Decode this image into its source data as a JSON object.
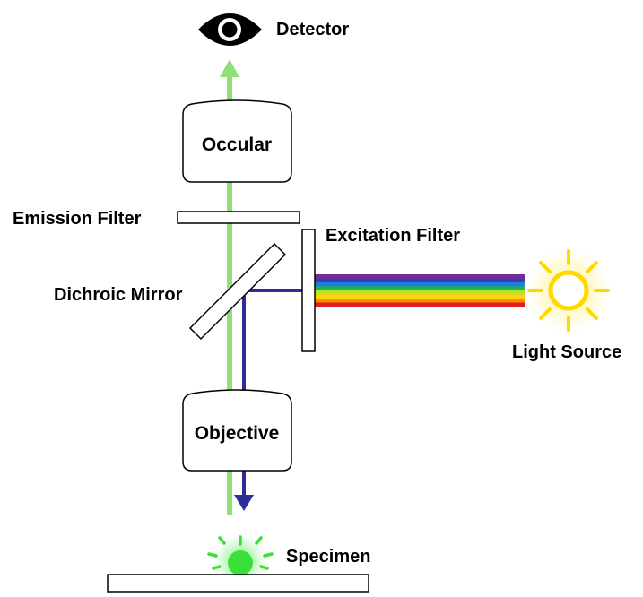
{
  "labels": {
    "detector": "Detector",
    "occular": "Occular",
    "emission_filter": "Emission Filter",
    "excitation_filter": "Excitation Filter",
    "dichroic_mirror": "Dichroic Mirror",
    "light_source": "Light Source",
    "objective": "Objective",
    "specimen": "Specimen"
  },
  "colors": {
    "emission_light": "#90e07a",
    "excitation_light": "#2e2d93",
    "sun": "#ffd800",
    "sun_glow": "#fff3a0",
    "specimen_glow": "#38e038",
    "outline": "#000000",
    "spectrum": [
      "#7b2a94",
      "#3c38b8",
      "#1f7fd8",
      "#18b848",
      "#b8e030",
      "#ffd400",
      "#ff8a00",
      "#e02020"
    ]
  },
  "icons": {
    "detector": "eye-icon",
    "light_source": "sun-icon",
    "specimen": "glowing-specimen-icon"
  }
}
